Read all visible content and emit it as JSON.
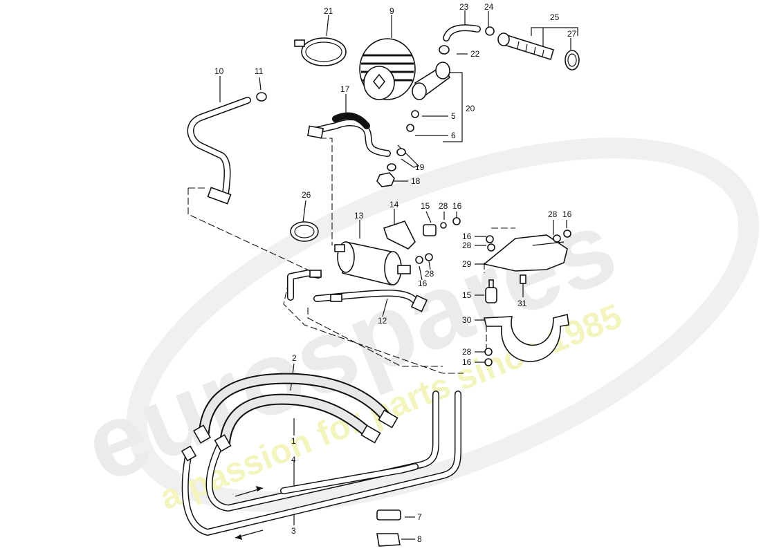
{
  "diagram": {
    "part_numbers": {
      "p1": "1",
      "p2": "2",
      "p3": "3",
      "p4": "4",
      "p5": "5",
      "p6": "6",
      "p7": "7",
      "p8": "8",
      "p9": "9",
      "p10": "10",
      "p11": "11",
      "p12": "12",
      "p13": "13",
      "p14": "14",
      "p15a": "15",
      "p15b": "15",
      "p16a": "16",
      "p16b": "16",
      "p16c": "16",
      "p16d": "16",
      "p16e": "16",
      "p17": "17",
      "p18": "18",
      "p19": "19",
      "p20": "20",
      "p21": "21",
      "p22": "22",
      "p23": "23",
      "p24": "24",
      "p25": "25",
      "p26": "26",
      "p27": "27",
      "p28a": "28",
      "p28b": "28",
      "p28c": "28",
      "p28d": "28",
      "p28e": "28",
      "p29": "29",
      "p30": "30",
      "p31": "31"
    }
  },
  "watermark": {
    "brand": "eurospares",
    "tagline": "a passion for parts since 1985",
    "brand_color": "#d9d9d9",
    "tagline_color": "#e9e98a"
  }
}
